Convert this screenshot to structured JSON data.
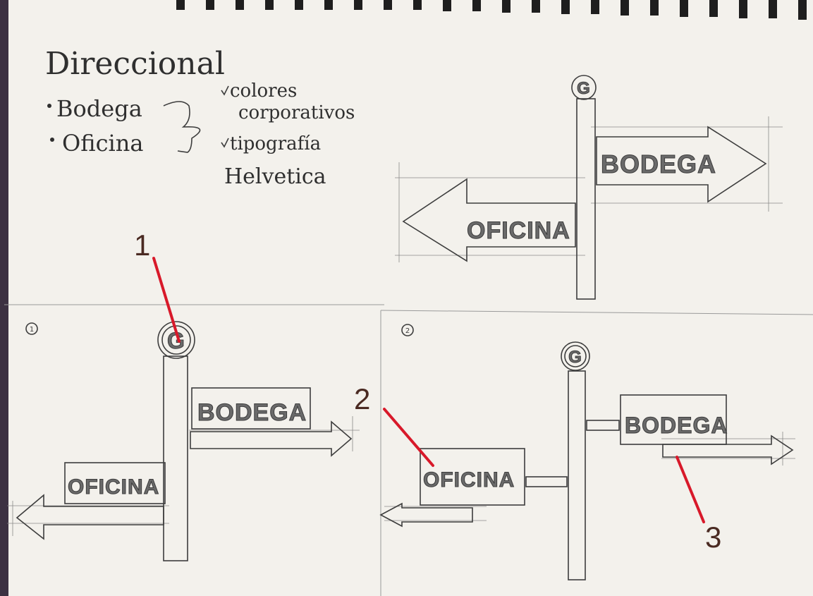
{
  "notes": {
    "title": "Direccional",
    "bullet_1": "Bodega",
    "bullet_2": "Oficina",
    "check_1": "colores",
    "check_1b": "corporativos",
    "check_2": "tipografía",
    "check_2b": "Helvetica"
  },
  "sketches": {
    "top": {
      "circle_letter": "G",
      "label_right": "BODEGA",
      "label_left": "OFICINA"
    },
    "bottom_left": {
      "number": "1",
      "circle_letter": "G",
      "label_right": "BODEGA",
      "label_left": "OFICINA"
    },
    "bottom_right": {
      "number": "2",
      "circle_letter": "G",
      "label_right": "BODEGA",
      "label_left": "OFICINA"
    }
  },
  "annotations": [
    {
      "label": "1"
    },
    {
      "label": "2"
    },
    {
      "label": "3"
    }
  ],
  "colors": {
    "paper": "#f3f1ec",
    "pencil": "#3d3d3d",
    "annotation_line": "#d8192a",
    "annotation_text": "#4a2a22"
  }
}
